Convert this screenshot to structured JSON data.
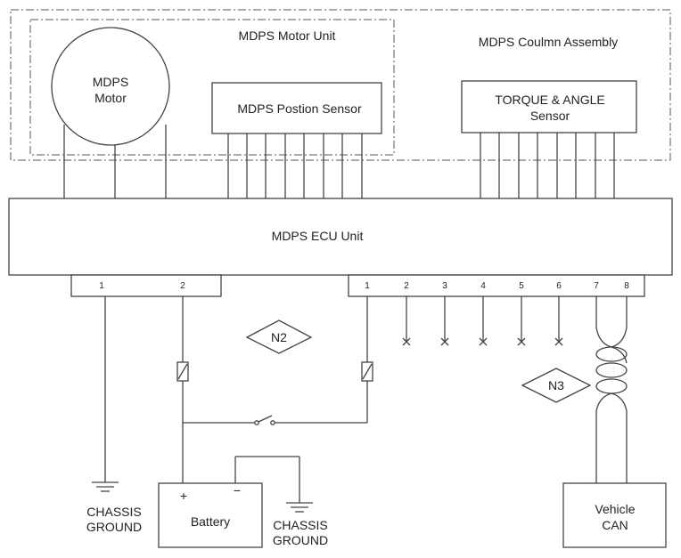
{
  "column_assembly": {
    "label": "MDPS Coulmn Assembly"
  },
  "motor_unit": {
    "label": "MDPS Motor Unit"
  },
  "motor": {
    "line1": "MDPS",
    "line2": "Motor"
  },
  "position_sensor": {
    "label": "MDPS Postion Sensor"
  },
  "torque_sensor": {
    "line1": "TORQUE & ANGLE",
    "line2": "Sensor"
  },
  "ecu": {
    "label": "MDPS ECU Unit"
  },
  "connector_left": {
    "pins": [
      "1",
      "2"
    ]
  },
  "connector_right": {
    "pins": [
      "1",
      "2",
      "3",
      "4",
      "5",
      "6",
      "7",
      "8"
    ]
  },
  "notes": {
    "n2": "N2",
    "n3": "N3"
  },
  "battery": {
    "label": "Battery",
    "plus": "+",
    "minus": "−"
  },
  "ground_left": {
    "line1": "CHASSIS",
    "line2": "GROUND"
  },
  "ground_right": {
    "line1": "CHASSIS",
    "line2": "GROUND"
  },
  "vehicle_can": {
    "line1": "Vehicle",
    "line2": "CAN"
  }
}
